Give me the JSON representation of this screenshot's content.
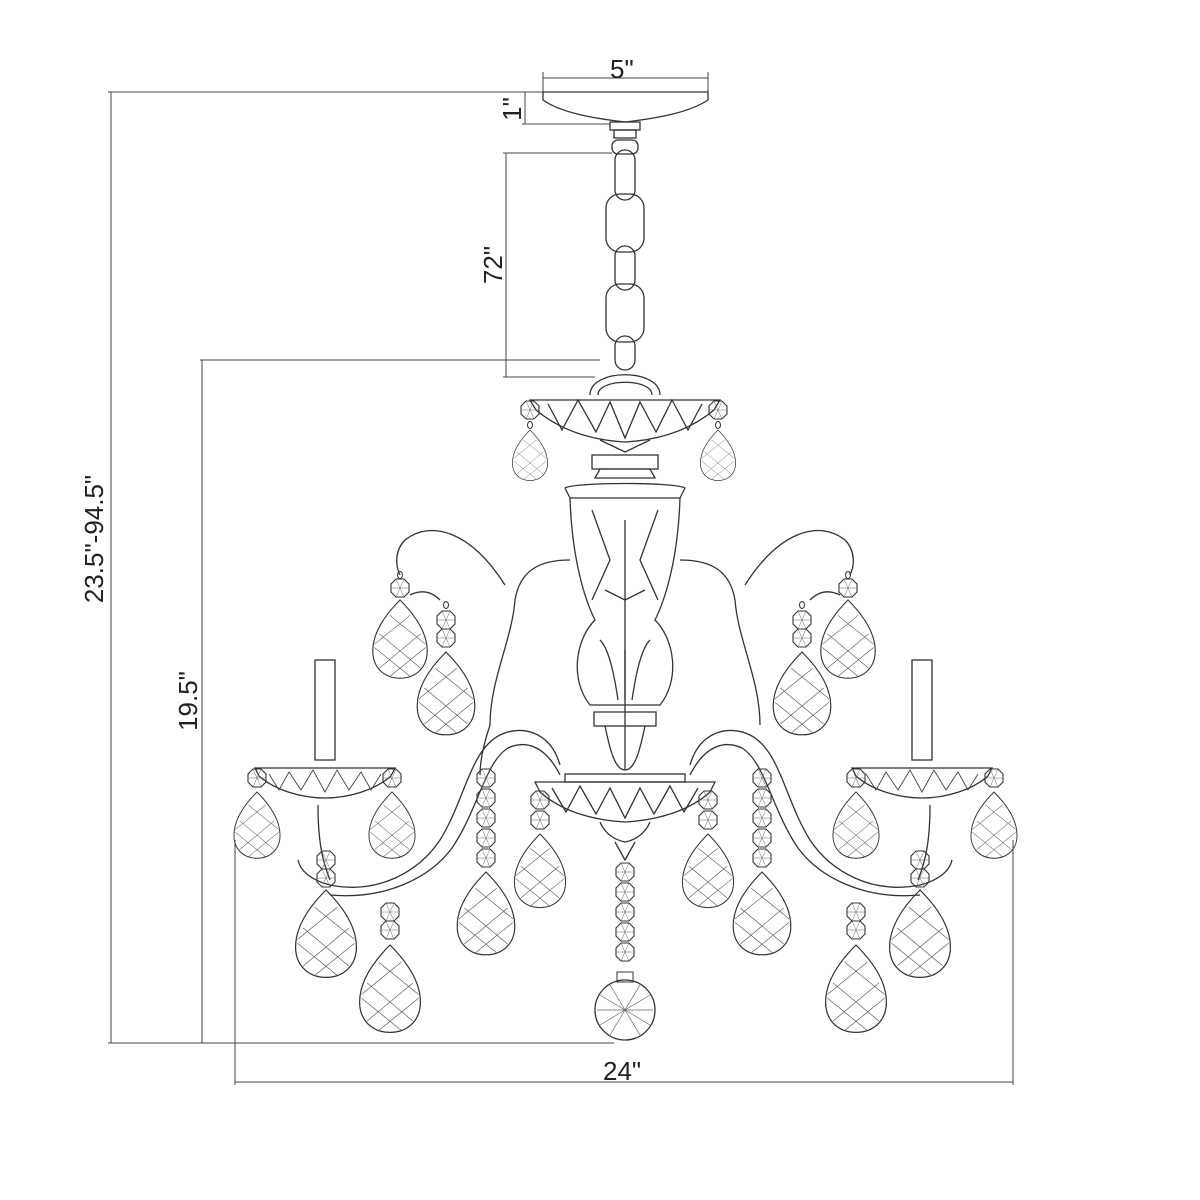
{
  "dimensions": {
    "canopy_width": "5\"",
    "canopy_height": "1\"",
    "chain_length": "72\"",
    "overall_height": "23.5\"-94.5\"",
    "body_height": "19.5\"",
    "overall_width": "24\""
  },
  "colors": {
    "line": "#333333",
    "dim_line": "#444444",
    "background": "#ffffff"
  }
}
